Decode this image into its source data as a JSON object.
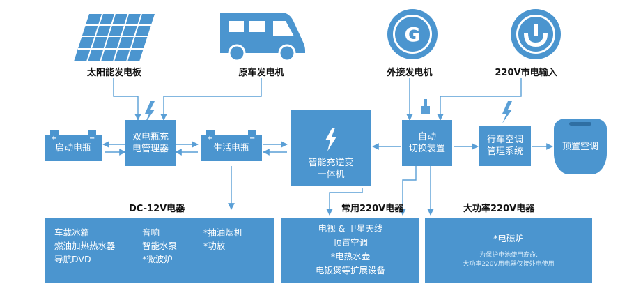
{
  "sources": {
    "solar": "太阳能发电板",
    "vehicle_gen": "原车发电机",
    "external_gen": "外接发电机",
    "mains": "220V市电输入",
    "g_letter": "G"
  },
  "boxes": {
    "start_battery": "启动电瓶",
    "dual_charger": [
      "双电瓶充",
      "电管理器"
    ],
    "living_battery": "生活电瓶",
    "inverter": [
      "智能充逆变",
      "一体机"
    ],
    "auto_switch": [
      "自动",
      "切换装置"
    ],
    "ac_manager": [
      "行车空调",
      "管理系统"
    ],
    "roof_ac": "顶置空调"
  },
  "battery_terminals": {
    "plus": "+",
    "minus": "−"
  },
  "sections": {
    "dc12": {
      "title": "DC-12V电器",
      "col1": [
        "车载冰箱",
        "燃油加热热水器",
        "导航DVD"
      ],
      "col2": [
        "音响",
        "智能水泵",
        "*微波炉"
      ],
      "col3": [
        "*抽油烟机",
        "*功放"
      ]
    },
    "ac220": {
      "title": "常用220V电器",
      "items": [
        "电视 & 卫星天线",
        "顶置空调",
        "*电热水壶",
        "电饭煲等扩展设备"
      ]
    },
    "hp220": {
      "title": "大功率220V电器",
      "items": [
        "*电磁炉"
      ],
      "note": [
        "为保护电池使用寿命,",
        "大功率220V用电器仅接外电使用"
      ]
    }
  },
  "colors": {
    "primary": "#4b95cf",
    "line": "#5a9fd6",
    "bg": "#ffffff"
  }
}
